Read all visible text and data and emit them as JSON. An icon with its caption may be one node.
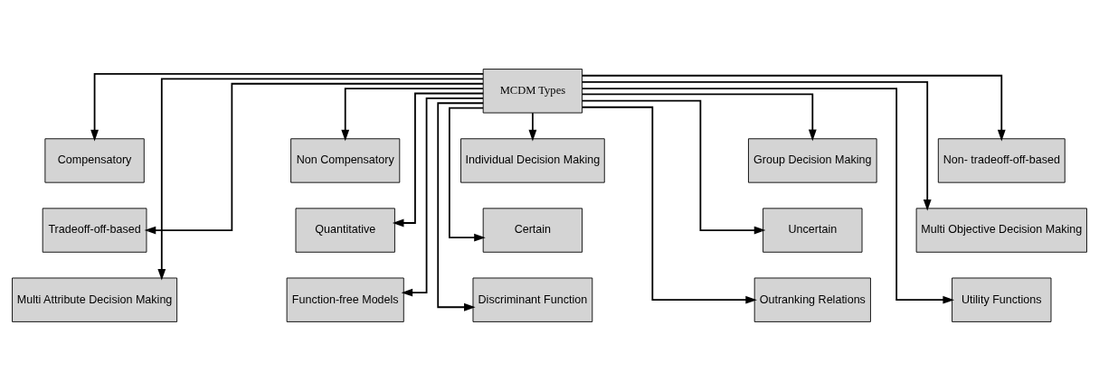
{
  "diagram": {
    "nodes": [
      {
        "text": [
          "MCDM Types"
        ]
      },
      {
        "text": [
          "Compensatory"
        ]
      },
      {
        "text": [
          "Non Compensatory"
        ]
      },
      {
        "text": [
          "Individual Decision Making"
        ]
      },
      {
        "text": [
          "Group Decision Making"
        ]
      },
      {
        "text": [
          "Non- tradeoff-off-based"
        ]
      },
      {
        "text": [
          "Tradeoff-off-based"
        ]
      },
      {
        "text": [
          "Quantitative"
        ]
      },
      {
        "text": [
          "Certain"
        ]
      },
      {
        "text": [
          "Uncertain"
        ]
      },
      {
        "text": [
          "Multi Objective Decision Making"
        ]
      },
      {
        "text": [
          "Multi Attribute Decision Making"
        ]
      },
      {
        "text": [
          "Function-free Models"
        ]
      },
      {
        "text": [
          "Discriminant Function"
        ]
      },
      {
        "text": [
          "Outranking Relations"
        ]
      },
      {
        "text": [
          "Utility Functions"
        ]
      }
    ],
    "edges": [
      {
        "from": 0,
        "to": 1,
        "arrow": "to"
      },
      {
        "from": 0,
        "to": 2,
        "arrow": "to"
      },
      {
        "from": 0,
        "to": 3,
        "arrow": "to"
      },
      {
        "from": 0,
        "to": 4,
        "arrow": "to"
      },
      {
        "from": 0,
        "to": 5,
        "arrow": "to"
      },
      {
        "from": 0,
        "to": 6,
        "arrow": "to"
      },
      {
        "from": 0,
        "to": 7,
        "arrow": "to"
      },
      {
        "from": 0,
        "to": 8,
        "arrow": "to"
      },
      {
        "from": 0,
        "to": 9,
        "arrow": "to"
      },
      {
        "from": 0,
        "to": 10,
        "arrow": "to"
      },
      {
        "from": 0,
        "to": 11,
        "arrow": "to"
      },
      {
        "from": 0,
        "to": 12,
        "arrow": "to"
      },
      {
        "from": 0,
        "to": 13,
        "arrow": "to"
      },
      {
        "from": 0,
        "to": 14,
        "arrow": "to"
      },
      {
        "from": 0,
        "to": 15,
        "arrow": "to"
      }
    ]
  }
}
